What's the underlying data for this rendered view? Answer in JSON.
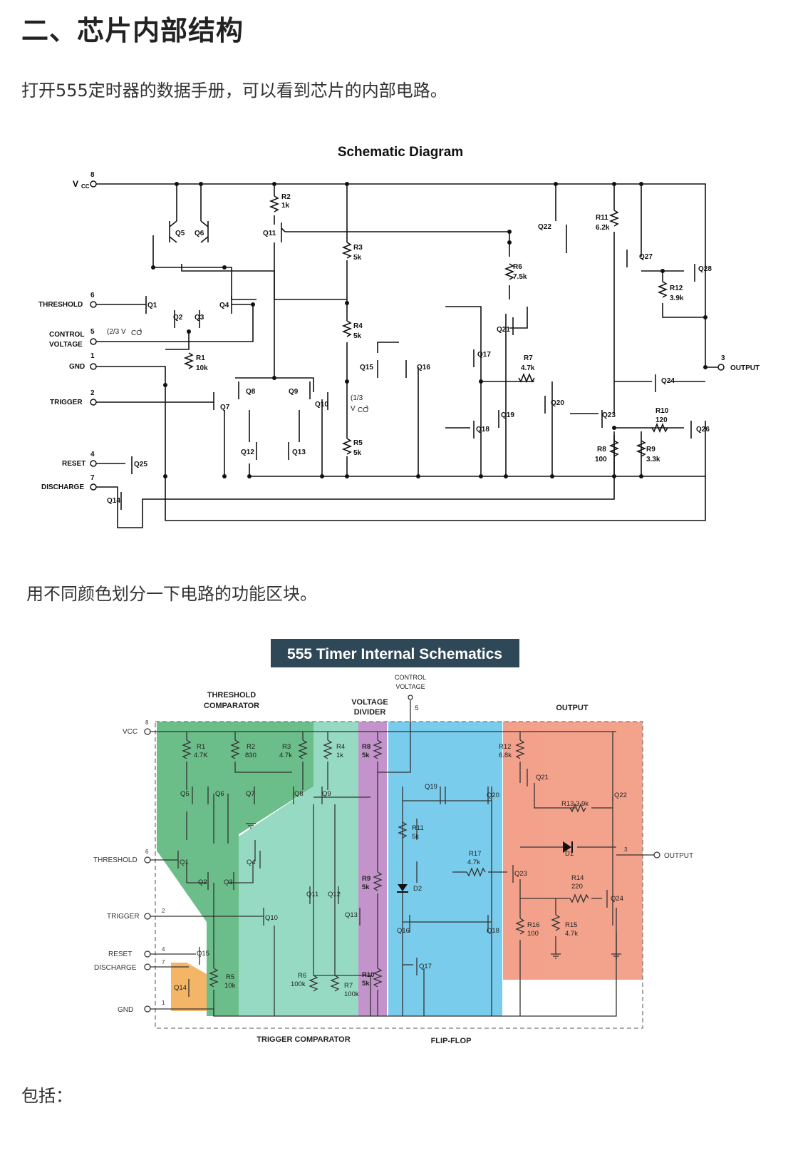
{
  "heading": "二、芯片内部结构",
  "intro": "打开555定时器的数据手册，可以看到芯片的内部电路。",
  "split_text": "用不同颜色划分一下电路的功能区块。",
  "includes_text": "包括：",
  "schematic1": {
    "title": "Schematic Diagram",
    "pins": {
      "vcc_num": "8",
      "vcc": "V",
      "threshold_num": "6",
      "threshold": "THRESHOLD",
      "control_num": "5",
      "control1": "CONTROL",
      "control2": "VOLTAGE",
      "control_note": "(2/3 V",
      "gnd_num": "1",
      "gnd": "GND",
      "trigger_num": "2",
      "trigger": "TRIGGER",
      "reset_num": "4",
      "reset": "RESET",
      "discharge_num": "7",
      "discharge": "DISCHARGE",
      "output_num": "3",
      "output": "OUTPUT"
    },
    "third_note1": "(1/3",
    "third_note2": "V",
    "transistors": [
      "Q1",
      "Q2",
      "Q3",
      "Q4",
      "Q5",
      "Q6",
      "Q7",
      "Q8",
      "Q9",
      "Q10",
      "Q11",
      "Q12",
      "Q13",
      "Q14",
      "Q15",
      "Q16",
      "Q17",
      "Q18",
      "Q19",
      "Q20",
      "Q21",
      "Q22",
      "Q23",
      "Q24",
      "Q25",
      "Q26",
      "Q27",
      "Q28"
    ],
    "resistors": [
      {
        "name": "R1",
        "value": "10k"
      },
      {
        "name": "R2",
        "value": "1k"
      },
      {
        "name": "R3",
        "value": "5k"
      },
      {
        "name": "R4",
        "value": "5k"
      },
      {
        "name": "R5",
        "value": "5k"
      },
      {
        "name": "R6",
        "value": "7.5k"
      },
      {
        "name": "R7",
        "value": "4.7k"
      },
      {
        "name": "R8",
        "value": "100"
      },
      {
        "name": "R9",
        "value": "3.3k"
      },
      {
        "name": "R10",
        "value": "120"
      },
      {
        "name": "R11",
        "value": "6.2k"
      },
      {
        "name": "R12",
        "value": "3.9k"
      }
    ]
  },
  "schematic2": {
    "title": "555 Timer Internal Schematics",
    "title_bg": "#2f4858",
    "region_labels": {
      "threshold1": "THRESHOLD",
      "threshold2": "COMPARATOR",
      "divider1": "VOLTAGE",
      "divider2": "DIVIDER",
      "output": "OUTPUT",
      "trigger": "TRIGGER COMPARATOR",
      "flipflop": "FLIP-FLOP",
      "control1": "CONTROL",
      "control2": "VOLTAGE",
      "control_num": "5"
    },
    "region_colors": {
      "threshold": "#5fb87f",
      "trigger": "#8fd7c0",
      "divider": "#c08ac8",
      "flipflop": "#6ec8ea",
      "output": "#f29a82",
      "discharge": "#f4b05a"
    },
    "pins": {
      "vcc": "VCC",
      "vcc_num": "8",
      "threshold": "THRESHOLD",
      "threshold_num": "6",
      "trigger": "TRIGGER",
      "trigger_num": "2",
      "reset": "RESET",
      "reset_num": "4",
      "discharge": "DISCHARGE",
      "discharge_num": "7",
      "gnd": "GND",
      "gnd_num": "1",
      "output": "OUTPUT",
      "output_num": "3"
    },
    "transistors": [
      "Q1",
      "Q2",
      "Q3",
      "Q4",
      "Q5",
      "Q6",
      "Q7",
      "Q8",
      "Q9",
      "Q10",
      "Q11",
      "Q12",
      "Q13",
      "Q14",
      "Q15",
      "Q16",
      "Q17",
      "Q18",
      "Q19",
      "Q20",
      "Q21",
      "Q22",
      "Q23",
      "Q24"
    ],
    "resistors": [
      {
        "name": "R1",
        "value": "4.7K"
      },
      {
        "name": "R2",
        "value": "830"
      },
      {
        "name": "R3",
        "value": "4.7k"
      },
      {
        "name": "R4",
        "value": "1k"
      },
      {
        "name": "R5",
        "value": "10k"
      },
      {
        "name": "R6",
        "value": "100k"
      },
      {
        "name": "R7",
        "value": "100k"
      },
      {
        "name": "R8",
        "value": "5k"
      },
      {
        "name": "R9",
        "value": "5k"
      },
      {
        "name": "R10",
        "value": "5k"
      },
      {
        "name": "R11",
        "value": "5k"
      },
      {
        "name": "R12",
        "value": "6.8k"
      },
      {
        "name": "R13",
        "value": "3.9k"
      },
      {
        "name": "R14",
        "value": "220"
      },
      {
        "name": "R15",
        "value": "4.7k"
      },
      {
        "name": "R16",
        "value": "100"
      },
      {
        "name": "R17",
        "value": "4.7k"
      }
    ],
    "diodes": [
      "D1",
      "D2"
    ]
  }
}
